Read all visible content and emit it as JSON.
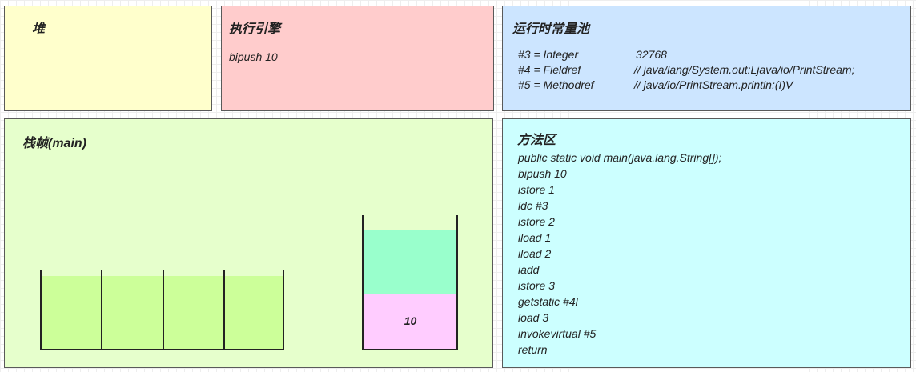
{
  "heap": {
    "title": "堆"
  },
  "engine": {
    "title": "执行引擎",
    "instruction": "bipush 10"
  },
  "constant_pool": {
    "title": "运行时常量池",
    "entries": [
      {
        "ref": "#3 = Integer",
        "value": "32768"
      },
      {
        "ref": "#4 = Fieldref",
        "value": "// java/lang/System.out:Ljava/io/PrintStream;"
      },
      {
        "ref": "#5 = Methodref",
        "value": "// java/io/PrintStream.println:(I)V"
      }
    ]
  },
  "stack_frame": {
    "title": "栈帧(main)",
    "local_variables": [
      "",
      "",
      "",
      ""
    ],
    "operand_stack": [
      "",
      "10"
    ]
  },
  "method_area": {
    "title": "方法区",
    "code": [
      "public static void main(java.lang.String[]);",
      "bipush 10",
      "istore 1",
      "ldc #3",
      "istore 2",
      "iload 1",
      "iload 2",
      "iadd",
      "istore 3",
      "getstatic #4l",
      "load 3",
      "invokevirtual #5",
      "return"
    ]
  },
  "colors": {
    "heap": "#ffffcc",
    "engine": "#ffcccc",
    "constant_pool": "#cce5ff",
    "stack_frame": "#e6ffcc",
    "method_area": "#ccffff",
    "local_variable_fill": "#ccff99",
    "operand_stack_top": "#99ffcc",
    "operand_stack_value": "#ffccff"
  }
}
